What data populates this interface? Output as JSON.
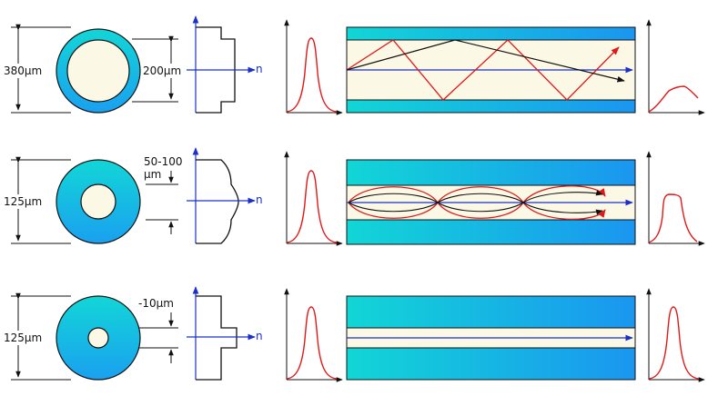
{
  "rows": [
    {
      "dim_outer": "380μm",
      "dim_core": "200μm",
      "index_label": "n"
    },
    {
      "dim_outer": "125μm",
      "dim_core_line1": "50-100",
      "dim_core_line2": "μm",
      "index_label": "n"
    },
    {
      "dim_outer": "125μm",
      "dim_core": "-10μm",
      "index_label": "n"
    }
  ],
  "colors": {
    "cladding_start": "#12d6d6",
    "cladding_end": "#1aa0f0",
    "core_fill": "#fcf8e6",
    "ray_red": "#e01818",
    "axis_blue": "#1a30c8",
    "ray_black": "#111111"
  }
}
